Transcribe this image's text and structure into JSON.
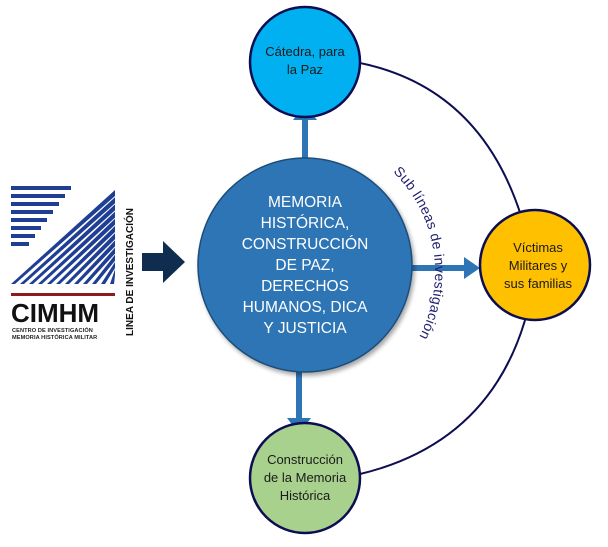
{
  "logo": {
    "name": "CIMHM",
    "line1": "CENTRO DE INVESTIGACIÓN",
    "line2": "MEMORIA HISTÓRICA MILITAR",
    "vertical_label": "LINEA DE INVESTIGACIÓN"
  },
  "center_node": {
    "label": "MEMORIA\nHISTÓRICA,\nCONSTRUCCIÓN\nDE PAZ,\nDERECHOS\nHUMANOS, DICA\nY JUSTICIA",
    "color": "#2e75b6"
  },
  "top_node": {
    "label": "Cátedra, para\nla Paz",
    "color": "#00b0f0"
  },
  "right_node": {
    "label": "Víctimas\nMilitares y\nsus familias",
    "color": "#ffc000"
  },
  "bottom_node": {
    "label": "Construcción\nde la Memoria\nHistórica",
    "color": "#a9d18e"
  },
  "curved_label": "Sub líneas de investigación",
  "colors": {
    "arrow": "#2e75b6",
    "outline": "#0d0d52",
    "entry_arrow": "#0f2d4f",
    "logo_stripes": "#1f3f95"
  }
}
